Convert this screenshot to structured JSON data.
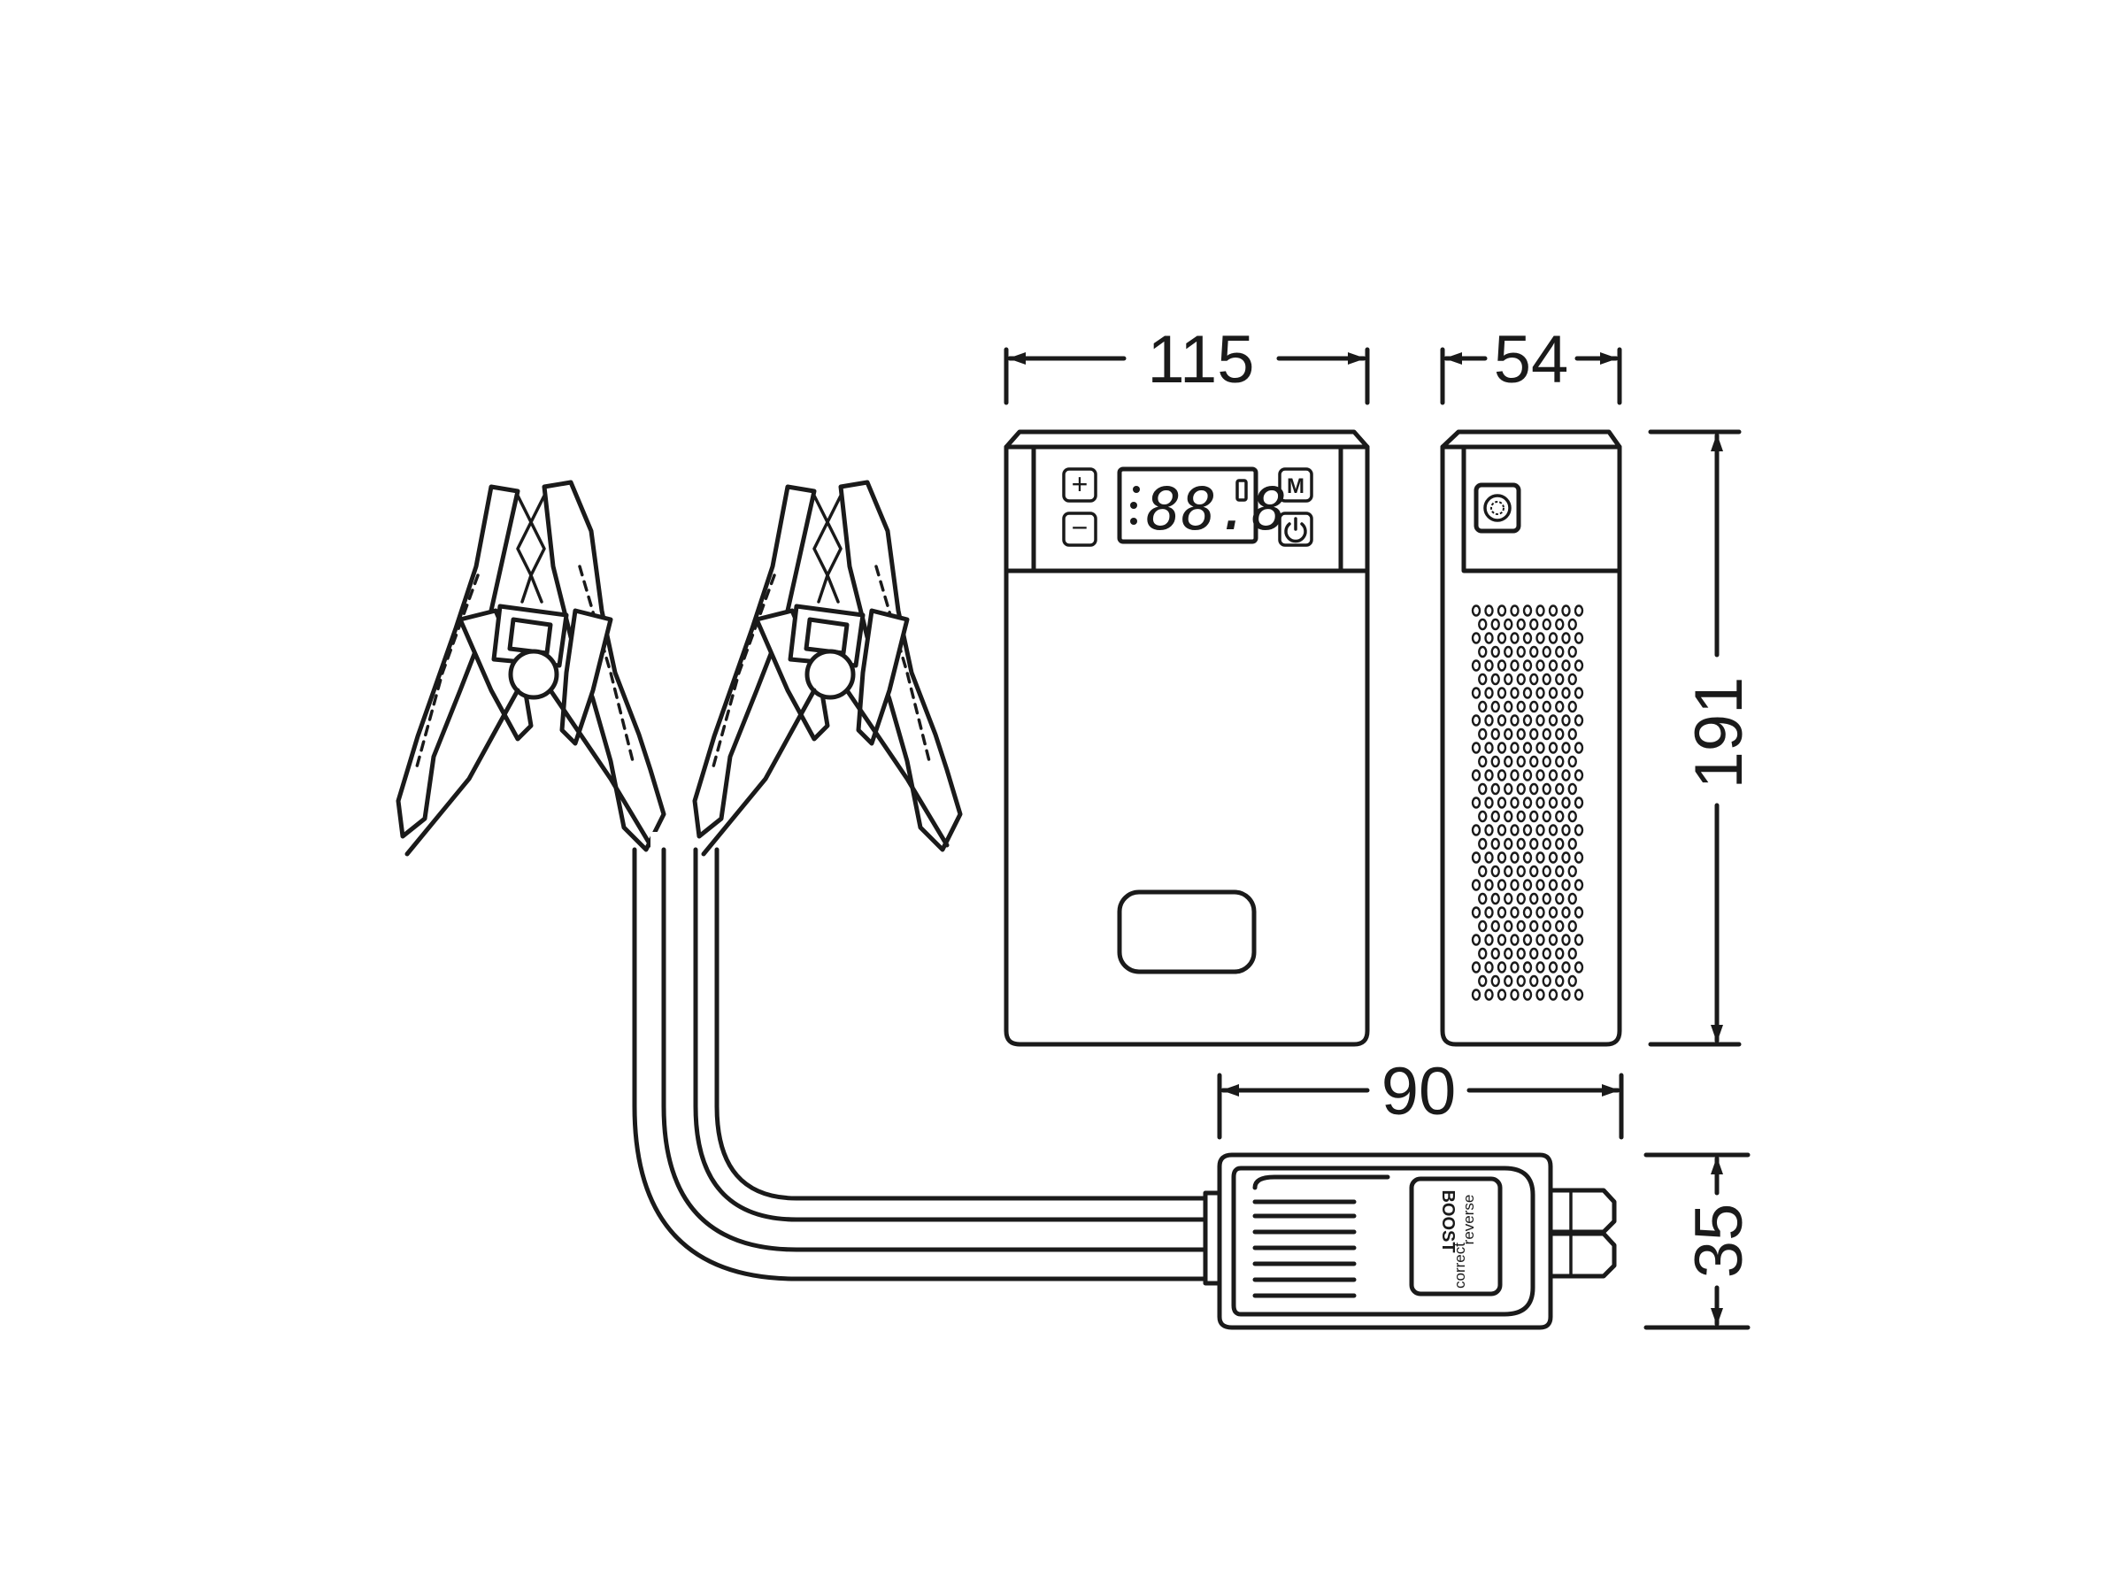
{
  "dimensions": {
    "front_width": "115",
    "side_depth": "54",
    "height": "191",
    "connector_length": "90",
    "connector_height": "35"
  },
  "device": {
    "lcd_readout": "88.8",
    "plus_label": "+",
    "minus_label": "−",
    "mode_label": "M",
    "power_icon": "power-icon"
  },
  "connector": {
    "boost_label": "BOOST",
    "correct_label": "correct",
    "reverse_label": "reverse"
  },
  "colors": {
    "line": "#1a1a1a",
    "background": "#ffffff"
  }
}
